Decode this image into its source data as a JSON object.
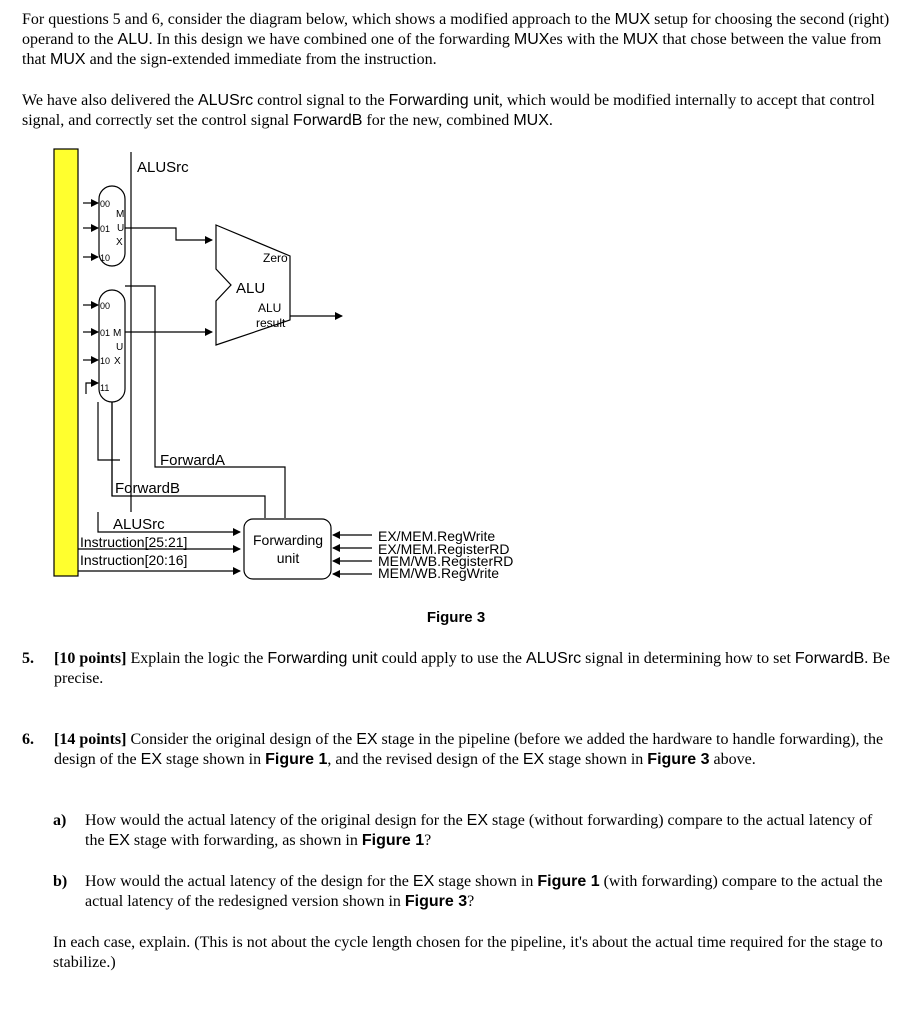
{
  "intro": {
    "p1": [
      {
        "t": "For questions 5 and 6, consider the diagram below, which shows a modified approach to the "
      },
      {
        "t": "MUX",
        "sans": true
      },
      {
        "t": " setup for choosing the second (right) operand to the "
      },
      {
        "t": "ALU",
        "sans": true
      },
      {
        "t": ".  In this design we have combined one of the forwarding "
      },
      {
        "t": "MUX",
        "sans": true
      },
      {
        "t": "es with the "
      },
      {
        "t": "MUX",
        "sans": true
      },
      {
        "t": " that chose between the value from that "
      },
      {
        "t": "MUX",
        "sans": true
      },
      {
        "t": " and the sign-extended immediate from the instruction."
      }
    ],
    "p2": [
      {
        "t": "We have also delivered the "
      },
      {
        "t": "ALUSrc",
        "sans": true
      },
      {
        "t": " control signal to the "
      },
      {
        "t": "Forwarding unit",
        "sans": true
      },
      {
        "t": ", which would be modified internally to accept that control signal, and correctly set the control signal "
      },
      {
        "t": "ForwardB",
        "sans": true
      },
      {
        "t": " for the new, combined "
      },
      {
        "t": "MUX",
        "sans": true
      },
      {
        "t": "."
      }
    ]
  },
  "diagram": {
    "alusrc_top": "ALUSrc",
    "mux1": {
      "letters": [
        "M",
        "U",
        "X"
      ],
      "inputs": [
        "00",
        "01",
        "10"
      ]
    },
    "mux2": {
      "letters": [
        "M",
        "U",
        "X"
      ],
      "inputs": [
        "00",
        "01",
        "10",
        "11"
      ]
    },
    "alu": {
      "label": "ALU",
      "zero": "Zero",
      "result_line1": "ALU",
      "result_line2": "result"
    },
    "forward_a": "ForwardA",
    "forward_b": "ForwardB",
    "alusrc_bottom": "ALUSrc",
    "instr_rs": "Instruction[25:21]",
    "instr_rt": "Instruction[20:16]",
    "fwd_unit_line1": "Forwarding",
    "fwd_unit_line2": "unit",
    "signals": [
      "EX/MEM.RegWrite",
      "EX/MEM.RegisterRD",
      "MEM/WB.RegisterRD",
      "MEM/WB.RegWrite"
    ],
    "caption": "Figure 3"
  },
  "q5": {
    "num": "5.",
    "parts": [
      {
        "t": "[10 points]",
        "bold": true
      },
      {
        "t": " Explain the logic the "
      },
      {
        "t": "Forwarding unit",
        "sans": true
      },
      {
        "t": " could apply to use the "
      },
      {
        "t": "ALUSrc",
        "sans": true
      },
      {
        "t": " signal in determining how to set "
      },
      {
        "t": "ForwardB",
        "sans": true
      },
      {
        "t": ".  Be precise."
      }
    ]
  },
  "q6": {
    "num": "6.",
    "parts": [
      {
        "t": "[14 points]",
        "bold": true
      },
      {
        "t": " Consider the original design of the "
      },
      {
        "t": "EX",
        "sans": true
      },
      {
        "t": " stage in the pipeline (before we added the hardware to handle forwarding), the design of the "
      },
      {
        "t": "EX",
        "sans": true
      },
      {
        "t": " stage shown in "
      },
      {
        "t": "Figure 1",
        "sans": true,
        "bold": true
      },
      {
        "t": ", and the revised design of the "
      },
      {
        "t": "EX",
        "sans": true
      },
      {
        "t": " stage shown in "
      },
      {
        "t": "Figure 3",
        "sans": true,
        "bold": true
      },
      {
        "t": " above."
      }
    ],
    "a_label": "a)",
    "a_parts": [
      {
        "t": "How would the actual latency of the original design for the "
      },
      {
        "t": "EX",
        "sans": true
      },
      {
        "t": " stage (without forwarding) compare to the actual latency of the "
      },
      {
        "t": "EX",
        "sans": true
      },
      {
        "t": " stage with forwarding, as shown in "
      },
      {
        "t": "Figure 1",
        "sans": true,
        "bold": true
      },
      {
        "t": "?"
      }
    ],
    "b_label": "b)",
    "b_parts": [
      {
        "t": "How would the actual latency of the design for the "
      },
      {
        "t": "EX",
        "sans": true
      },
      {
        "t": " stage shown in "
      },
      {
        "t": "Figure 1",
        "sans": true,
        "bold": true
      },
      {
        "t": " (with forwarding) compare to the actual the actual latency of the redesigned version shown in "
      },
      {
        "t": "Figure 3",
        "sans": true,
        "bold": true
      },
      {
        "t": "?"
      }
    ],
    "closing": "In each case, explain.  (This is not about the cycle length chosen for the pipeline, it's about the actual time required for the stage to stabilize.)"
  }
}
